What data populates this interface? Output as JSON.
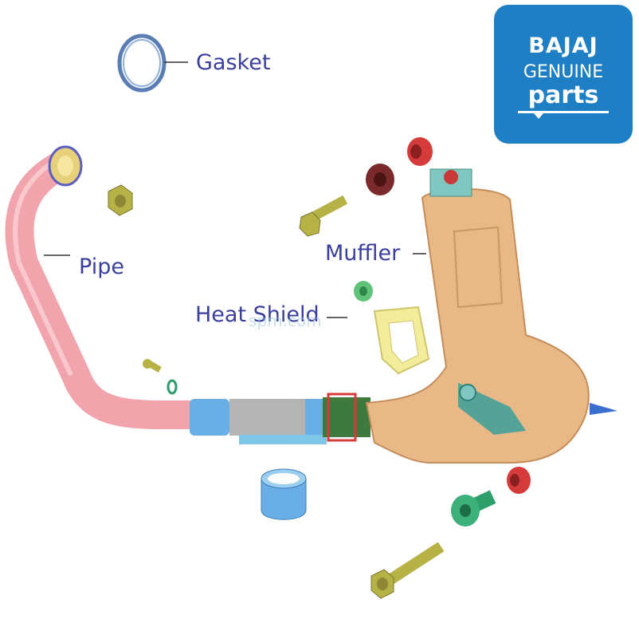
{
  "labels": {
    "gasket": "Gasket",
    "pipe": "Pipe",
    "muffler": "Muffler",
    "heat_shield": "Heat Shield"
  },
  "logo": {
    "brand": "BAJAJ",
    "line2": "GENUINE",
    "line3": "parts"
  },
  "watermark": "spm.com",
  "colors": {
    "label_text": "#3a3f9e",
    "logo_bg": "#1f7fc4",
    "pipe": "#f2a4ad",
    "muffler": "#e8b887",
    "heat_shield": "#f3ec9a",
    "sleeve_blue": "#6aaee6",
    "sleeve_gray": "#b4b4b4",
    "bracket_teal": "#7fc7c0",
    "bolt_olive": "#b7b246",
    "grommet_red": "#d63b3b",
    "grommet_maroon": "#7a2a2a",
    "washer_green": "#2e9e6a",
    "gasket_ring": "#5a7eb4"
  }
}
